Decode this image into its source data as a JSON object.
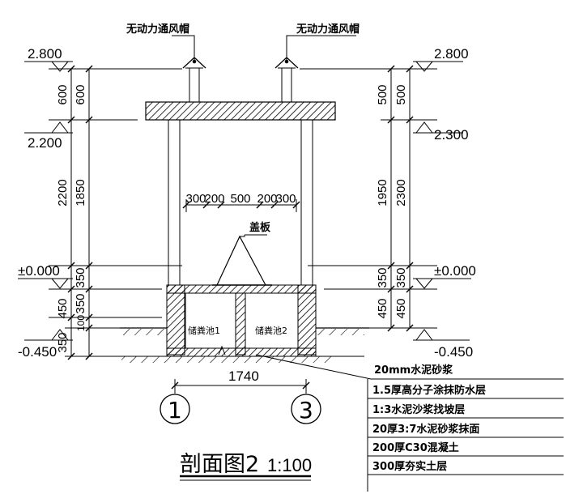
{
  "vent_label": "无动力通风帽",
  "cover_label": "盖板",
  "tank1_label": "储粪池1",
  "tank2_label": "储粪池2",
  "elev": {
    "l_top": "2.800",
    "l_mid": "2.200",
    "l_zero": "±0.000",
    "l_low": "-0.450",
    "r_top": "2.800",
    "r_mid": "2.300",
    "r_zero": "±0.000",
    "r_low": "-0.450"
  },
  "dims_left_outer": [
    "600",
    "2200",
    "450",
    "350"
  ],
  "dims_left_inner": [
    "600",
    "1850",
    "350",
    "350",
    "100"
  ],
  "dims_right_inner": [
    "500",
    "1950",
    "350",
    "450"
  ],
  "dims_right_outer": [
    "500",
    "2300",
    "350",
    "450"
  ],
  "dims_top": [
    "300",
    "200",
    "500",
    "200",
    "300"
  ],
  "dim_bottom": "1740",
  "axis": [
    "1",
    "3"
  ],
  "title": "剖面图2",
  "scale": "1:100",
  "layers": [
    "20mm水泥砂浆",
    "1.5厚高分子涂抹防水层",
    "1:3水泥沙浆找坡层",
    "20厚3:7水泥砂浆抹面",
    "200厚C30混凝土",
    "300厚夯实土层"
  ]
}
